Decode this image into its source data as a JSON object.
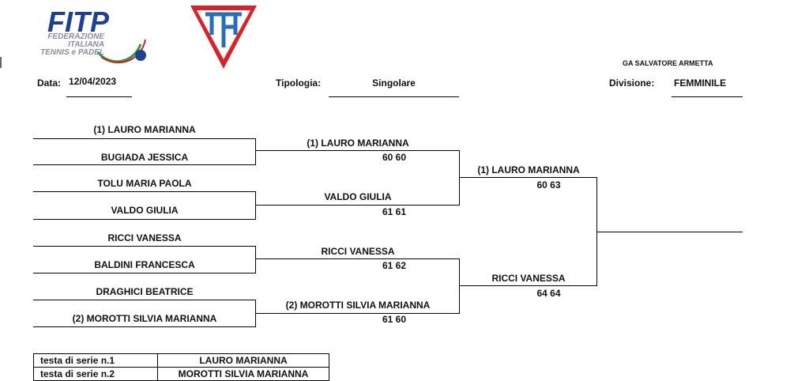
{
  "header": {
    "fitp_logo_text": "FITP",
    "fitp_subtitle_1": "FEDERAZIONE",
    "fitp_subtitle_2": "ITALIANA",
    "fitp_subtitle_3": "TENNIS e PADEL",
    "referee": "GA SALVATORE ARMETTA",
    "date_label": "Data:",
    "date_value": "12/04/2023",
    "type_label": "Tipologia:",
    "type_value": "Singolare",
    "division_label": "Divisione:",
    "division_value": "FEMMINILE"
  },
  "round1": [
    "(1) LAURO MARIANNA",
    "BUGIADA JESSICA",
    "TOLU MARIA PAOLA",
    "VALDO GIULIA",
    "RICCI VANESSA",
    "BALDINI FRANCESCA",
    "DRAGHICI BEATRICE",
    "(2) MOROTTI SILVIA MARIANNA"
  ],
  "round2": [
    {
      "name": "(1) LAURO MARIANNA",
      "score": "60 60"
    },
    {
      "name": "VALDO GIULIA",
      "score": "61 61"
    },
    {
      "name": "RICCI VANESSA",
      "score": "61 62"
    },
    {
      "name": "(2) MOROTTI SILVIA MARIANNA",
      "score": "61 60"
    }
  ],
  "round3": [
    {
      "name": "(1) LAURO MARIANNA",
      "score": "60 63"
    },
    {
      "name": "RICCI VANESSA",
      "score": "64 64"
    }
  ],
  "seeds": [
    {
      "label": "testa di serie n.1",
      "name": "LAURO MARIANNA"
    },
    {
      "label": "testa di serie n.2",
      "name": "MOROTTI SILVIA MARIANNA"
    }
  ]
}
